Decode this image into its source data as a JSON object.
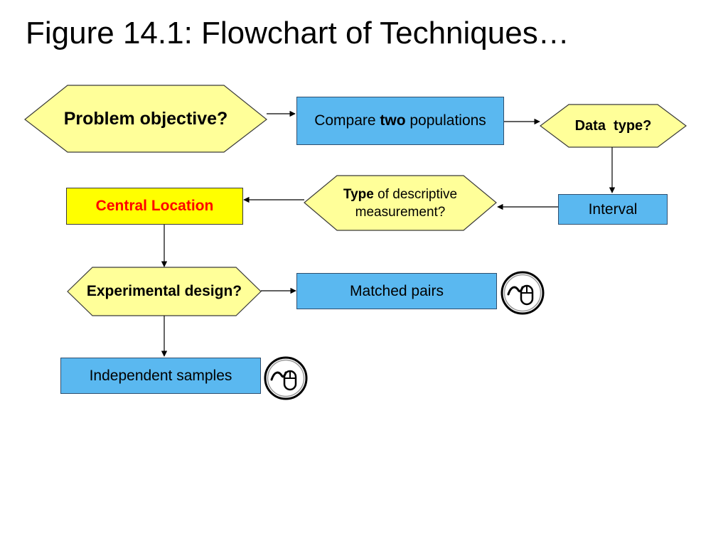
{
  "title": "Figure 14.1: Flowchart of Techniques…",
  "nodes": {
    "problem_objective": {
      "text": "Problem objective?"
    },
    "compare_two": {
      "prefix": "Compare ",
      "emphasis": "two",
      "suffix": " populations"
    },
    "data_type": {
      "text": "Data  type?"
    },
    "interval": {
      "text": "Interval"
    },
    "type_desc": {
      "emphasis": "Type",
      "rest_line1": " of descriptive",
      "line2": "measurement?"
    },
    "central_location": {
      "text": "Central Location"
    },
    "experimental_design": {
      "text": "Experimental design?"
    },
    "matched_pairs": {
      "text": "Matched pairs"
    },
    "independent_samples": {
      "text": "Independent samples"
    }
  },
  "icons": {
    "matched_pairs_link": "mouse-hyperlink-icon",
    "independent_samples_link": "mouse-hyperlink-icon"
  },
  "colors": {
    "decision_fill": "#ffff99",
    "process_fill": "#5ab8f0",
    "highlight_fill": "#ffff00",
    "highlight_text": "#ff0000"
  }
}
